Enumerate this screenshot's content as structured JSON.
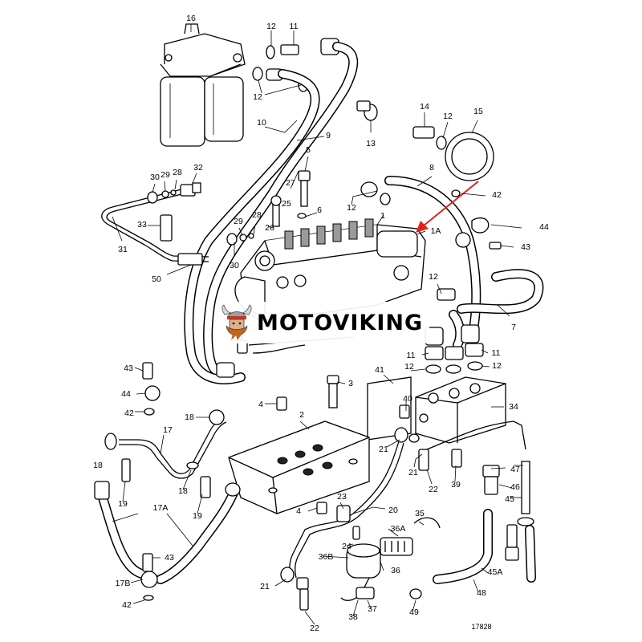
{
  "brand": {
    "name": "MOTOVIKING",
    "logo_icon": "viking-head-icon"
  },
  "figure_number": "17828",
  "callouts": [
    {
      "id": "c16",
      "text": "16"
    },
    {
      "id": "c12a",
      "text": "12"
    },
    {
      "id": "c11a",
      "text": "11"
    },
    {
      "id": "c12b",
      "text": "12"
    },
    {
      "id": "c10",
      "text": "10"
    },
    {
      "id": "c9",
      "text": "9"
    },
    {
      "id": "c13",
      "text": "13"
    },
    {
      "id": "c14",
      "text": "14"
    },
    {
      "id": "c12c",
      "text": "12"
    },
    {
      "id": "c15",
      "text": "15"
    },
    {
      "id": "c8",
      "text": "8"
    },
    {
      "id": "c5",
      "text": "5"
    },
    {
      "id": "c30a",
      "text": "30"
    },
    {
      "id": "c29a",
      "text": "29"
    },
    {
      "id": "c28a",
      "text": "28"
    },
    {
      "id": "c32",
      "text": "32"
    },
    {
      "id": "c27",
      "text": "27"
    },
    {
      "id": "c25",
      "text": "25"
    },
    {
      "id": "c12d",
      "text": "12"
    },
    {
      "id": "c1",
      "text": "1"
    },
    {
      "id": "c6",
      "text": "6"
    },
    {
      "id": "c42a",
      "text": "42"
    },
    {
      "id": "c44a",
      "text": "44"
    },
    {
      "id": "c43a",
      "text": "43"
    },
    {
      "id": "c33",
      "text": "33"
    },
    {
      "id": "c29b",
      "text": "29"
    },
    {
      "id": "c28b",
      "text": "28"
    },
    {
      "id": "c26",
      "text": "26"
    },
    {
      "id": "c1A",
      "text": "1A"
    },
    {
      "id": "c31",
      "text": "31"
    },
    {
      "id": "c30b",
      "text": "30"
    },
    {
      "id": "c50",
      "text": "50"
    },
    {
      "id": "c12e",
      "text": "12"
    },
    {
      "id": "c7",
      "text": "7"
    },
    {
      "id": "c11b",
      "text": "11"
    },
    {
      "id": "c11c",
      "text": "11"
    },
    {
      "id": "c12f",
      "text": "12"
    },
    {
      "id": "c12g",
      "text": "12"
    },
    {
      "id": "c43b",
      "text": "43"
    },
    {
      "id": "c44b",
      "text": "44"
    },
    {
      "id": "c42b",
      "text": "42"
    },
    {
      "id": "c41",
      "text": "41"
    },
    {
      "id": "c3",
      "text": "3"
    },
    {
      "id": "c40",
      "text": "40"
    },
    {
      "id": "c4a",
      "text": "4"
    },
    {
      "id": "c34",
      "text": "34"
    },
    {
      "id": "c18a",
      "text": "18"
    },
    {
      "id": "c2",
      "text": "2"
    },
    {
      "id": "c17",
      "text": "17"
    },
    {
      "id": "c18b",
      "text": "18"
    },
    {
      "id": "c21a",
      "text": "21"
    },
    {
      "id": "c21b",
      "text": "21"
    },
    {
      "id": "c22a",
      "text": "22"
    },
    {
      "id": "c39",
      "text": "39"
    },
    {
      "id": "c47",
      "text": "47"
    },
    {
      "id": "c46",
      "text": "46"
    },
    {
      "id": "c45",
      "text": "45"
    },
    {
      "id": "c19a",
      "text": "19"
    },
    {
      "id": "c18c",
      "text": "18"
    },
    {
      "id": "c19b",
      "text": "19"
    },
    {
      "id": "c23",
      "text": "23"
    },
    {
      "id": "c4b",
      "text": "4"
    },
    {
      "id": "c20",
      "text": "20"
    },
    {
      "id": "c35",
      "text": "35"
    },
    {
      "id": "c17A",
      "text": "17A"
    },
    {
      "id": "c36A",
      "text": "36A"
    },
    {
      "id": "c24",
      "text": "24"
    },
    {
      "id": "c36B",
      "text": "36B"
    },
    {
      "id": "c36",
      "text": "36"
    },
    {
      "id": "c43c",
      "text": "43"
    },
    {
      "id": "c17B",
      "text": "17B"
    },
    {
      "id": "c21c",
      "text": "21"
    },
    {
      "id": "c42c",
      "text": "42"
    },
    {
      "id": "c45A",
      "text": "45A"
    },
    {
      "id": "c48",
      "text": "48"
    },
    {
      "id": "c38",
      "text": "38"
    },
    {
      "id": "c37",
      "text": "37"
    },
    {
      "id": "c49",
      "text": "49"
    },
    {
      "id": "c22b",
      "text": "22"
    }
  ]
}
